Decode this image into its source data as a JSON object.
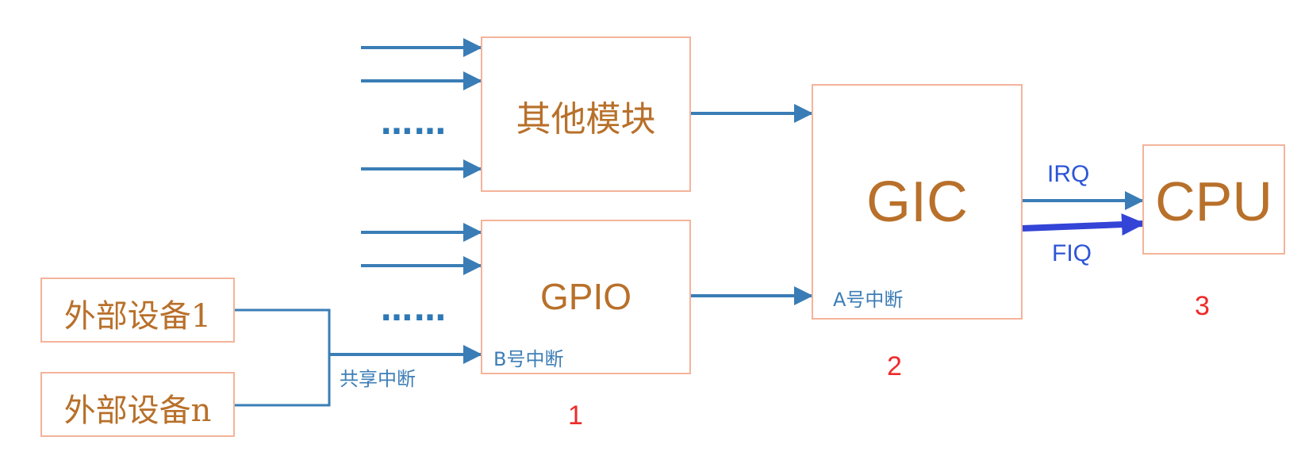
{
  "colors": {
    "box_border": "#f4b39a",
    "box_text": "#b8702a",
    "arrow": "#3a7db6",
    "fiq_arrow": "#3344d6",
    "label_blue": "#3d7eb7",
    "number_red": "#ee2a2a"
  },
  "nodes": {
    "other_modules": "其他模块",
    "gpio": "GPIO",
    "gic": "GIC",
    "cpu": "CPU",
    "external_device_1": "外部设备1",
    "external_device_n": "外部设备n"
  },
  "labels": {
    "b_interrupt": "B号中断",
    "a_interrupt": "A号中断",
    "shared_interrupt": "共享中断",
    "irq": "IRQ",
    "fiq": "FIQ",
    "ellipsis_top": "……",
    "ellipsis_bottom": "……"
  },
  "numbers": {
    "one": "1",
    "two": "2",
    "three": "3"
  }
}
